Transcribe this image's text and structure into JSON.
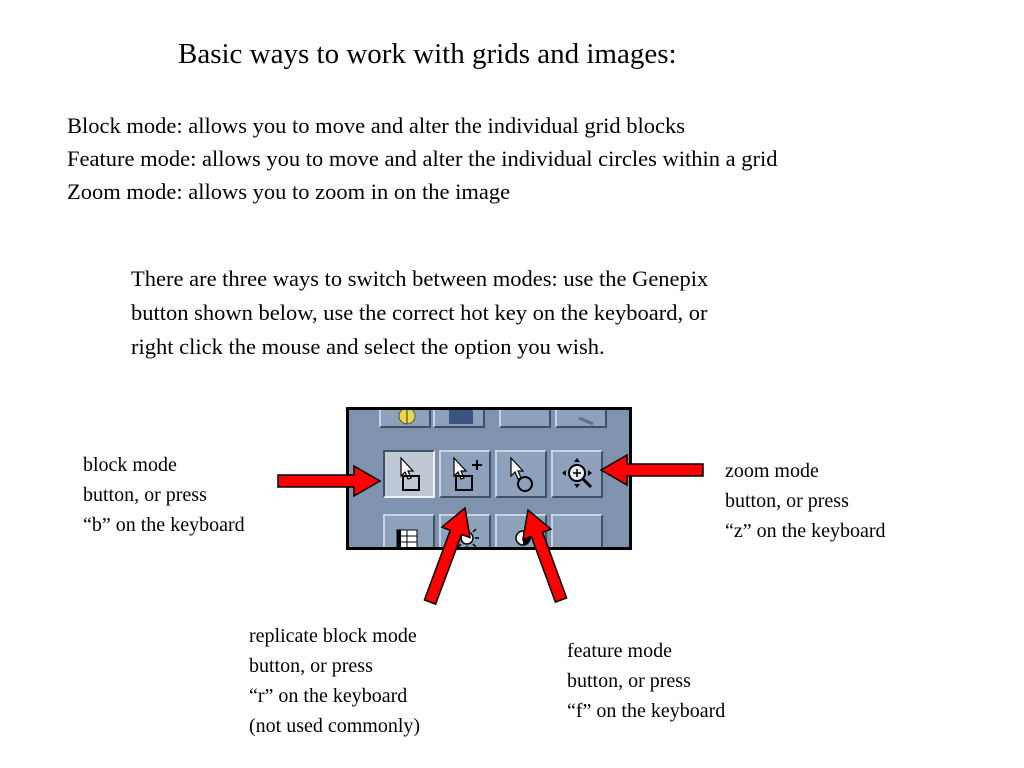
{
  "title": "Basic ways to work with grids and images:",
  "modes": [
    "Block mode:  allows you to move and alter the individual grid blocks",
    "Feature mode:  allows you to move and alter the individual circles within a grid",
    "Zoom mode:  allows you to zoom in on the image"
  ],
  "paragraph": [
    "There are three ways to switch between modes:  use the Genepix",
    "button shown below, use the correct hot key on the keyboard, or",
    "right click the mouse and select the option you wish."
  ],
  "callouts": {
    "block": [
      "block mode",
      "button, or press",
      "“b” on the keyboard"
    ],
    "zoom": [
      "zoom mode",
      "button, or press",
      "“z” on the keyboard"
    ],
    "replicate": [
      "replicate block mode",
      "button, or press",
      "“r” on the keyboard",
      "(not used commonly)"
    ],
    "feature": [
      "feature mode",
      "button, or press",
      "“f” on the keyboard"
    ]
  },
  "toolbar": {
    "buttons": [
      {
        "name": "block-mode-button",
        "icon": "block-mode-icon",
        "pressed": true
      },
      {
        "name": "replicate-block-mode-button",
        "icon": "replicate-block-icon",
        "pressed": false
      },
      {
        "name": "feature-mode-button",
        "icon": "feature-mode-icon",
        "pressed": false
      },
      {
        "name": "zoom-mode-button",
        "icon": "zoom-mode-icon",
        "pressed": false
      }
    ]
  },
  "colors": {
    "arrow_fill": "#ff0000",
    "arrow_outline": "#000000",
    "toolbar_bg": "#7f93ae"
  }
}
